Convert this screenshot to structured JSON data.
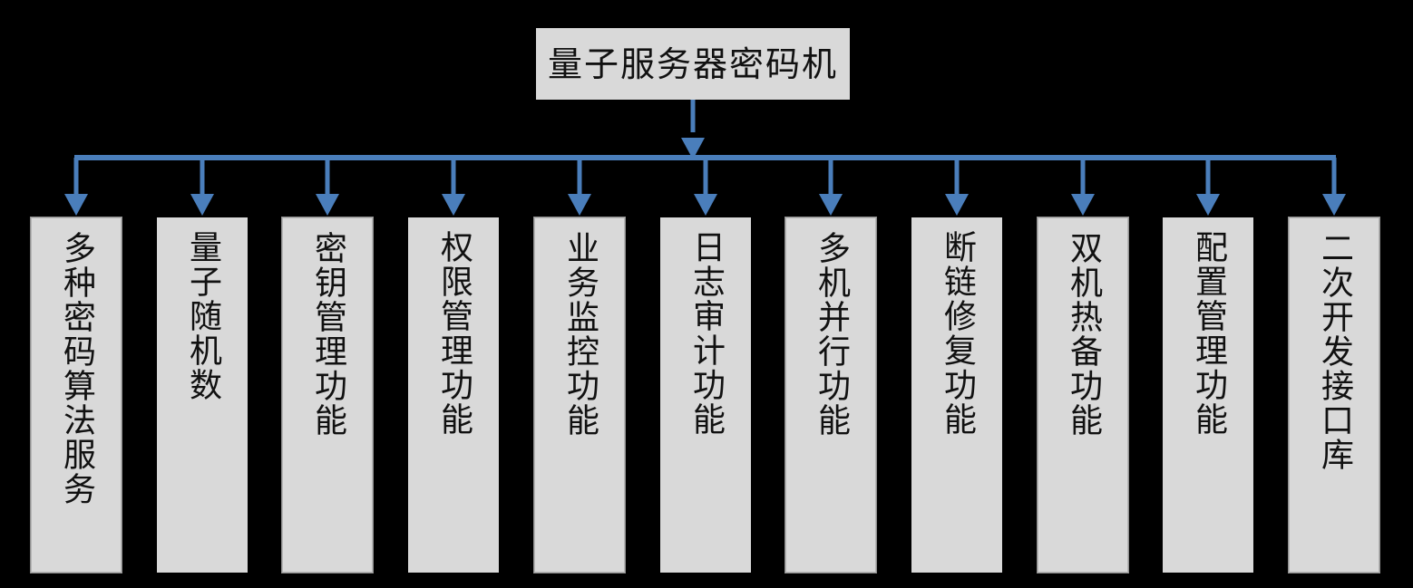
{
  "diagram": {
    "title": "量子服务器密码机",
    "background_color": "#000000",
    "node_fill_color": "#d9d9d9",
    "connector_color": "#4a7ebb",
    "root": {
      "label": "量子服务器密码机"
    },
    "children": [
      {
        "label": "多种密码算法服务",
        "bordered": true
      },
      {
        "label": "量子随机数",
        "bordered": false
      },
      {
        "label": "密钥管理功能",
        "bordered": true
      },
      {
        "label": "权限管理功能",
        "bordered": false
      },
      {
        "label": "业务监控功能",
        "bordered": true
      },
      {
        "label": "日志审计功能",
        "bordered": false
      },
      {
        "label": "多机并行功能",
        "bordered": true
      },
      {
        "label": "断链修复功能",
        "bordered": false
      },
      {
        "label": "双机热备功能",
        "bordered": true
      },
      {
        "label": "配置管理功能",
        "bordered": false
      },
      {
        "label": "二次开发接口库",
        "bordered": true
      }
    ]
  }
}
